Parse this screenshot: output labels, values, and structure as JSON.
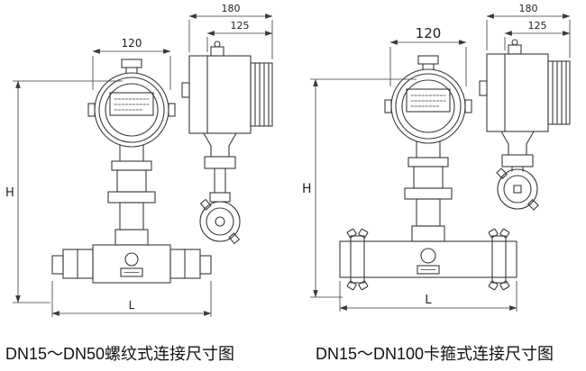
{
  "colors": {
    "line": "#3a3a3a",
    "background": "#ffffff",
    "text": "#1f1f1f"
  },
  "left_drawing": {
    "caption": "DN15～DN50螺纹式连接尺寸图",
    "dims": {
      "top_width": "120",
      "side_total_width": "180",
      "side_front_width": "125",
      "height": "H",
      "length": "L"
    }
  },
  "right_drawing": {
    "caption": "DN15～DN100卡箍式连接尺寸图",
    "dims": {
      "top_width": "120",
      "side_total_width": "180",
      "side_front_width": "125",
      "height": "H",
      "length": "L"
    }
  }
}
